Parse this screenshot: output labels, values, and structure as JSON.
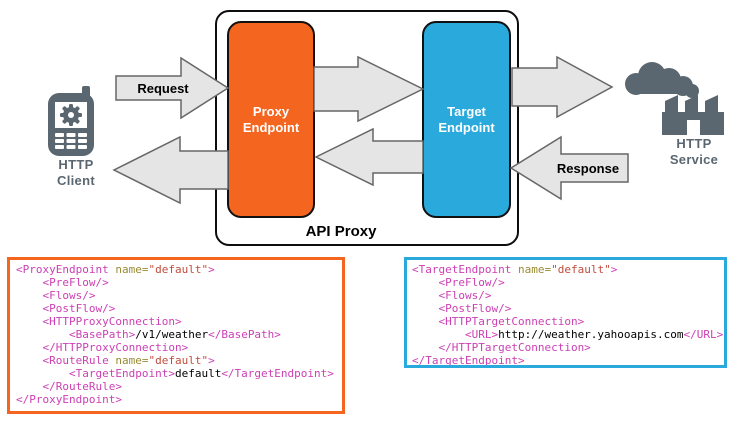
{
  "colors": {
    "proxy_orange": "#F4651F",
    "target_blue": "#29A9DC",
    "arrow_fill": "#E5E5E5",
    "arrow_stroke": "#666666",
    "icon_gray": "#5B6770",
    "code_tag": "#CC3FB4",
    "code_attr": "#998B33",
    "code_value": "#C14C3C",
    "code_text": "#000000"
  },
  "icons": {
    "client": "mobile-phone-gear-icon",
    "service": "factory-smoke-icon"
  },
  "diagram": {
    "client": {
      "label": [
        "HTTP",
        "Client"
      ]
    },
    "service": {
      "label": [
        "HTTP",
        "Service"
      ]
    },
    "api_proxy": {
      "label": "API Proxy"
    },
    "proxy_endpoint": {
      "label": [
        "Proxy",
        "Endpoint"
      ]
    },
    "target_endpoint": {
      "label": [
        "Target",
        "Endpoint"
      ]
    },
    "arrows": {
      "request_label": "Request",
      "response_label": "Response"
    }
  },
  "code_blocks": [
    {
      "border_color": "#F4651F",
      "lines": [
        [
          {
            "s": "<ProxyEndpoint ",
            "k": "tag"
          },
          {
            "s": "name=",
            "k": "attr"
          },
          {
            "s": "\"default\"",
            "k": "val"
          },
          {
            "s": ">",
            "k": "tag"
          }
        ],
        [
          {
            "s": "    <PreFlow/>",
            "k": "tag"
          }
        ],
        [
          {
            "s": "    <Flows/>",
            "k": "tag"
          }
        ],
        [
          {
            "s": "    <PostFlow/>",
            "k": "tag"
          }
        ],
        [
          {
            "s": "    <HTTPProxyConnection>",
            "k": "tag"
          }
        ],
        [
          {
            "s": "        <BasePath>",
            "k": "tag"
          },
          {
            "s": "/v1/weather",
            "k": "plain"
          },
          {
            "s": "</BasePath>",
            "k": "tag"
          }
        ],
        [
          {
            "s": "    </HTTPProxyConnection>",
            "k": "tag"
          }
        ],
        [
          {
            "s": "    <RouteRule ",
            "k": "tag"
          },
          {
            "s": "name=",
            "k": "attr"
          },
          {
            "s": "\"default\"",
            "k": "val"
          },
          {
            "s": ">",
            "k": "tag"
          }
        ],
        [
          {
            "s": "        <TargetEndpoint>",
            "k": "tag"
          },
          {
            "s": "default",
            "k": "plain"
          },
          {
            "s": "</TargetEndpoint>",
            "k": "tag"
          }
        ],
        [
          {
            "s": "    </RouteRule>",
            "k": "tag"
          }
        ],
        [
          {
            "s": "</ProxyEndpoint>",
            "k": "tag"
          }
        ]
      ]
    },
    {
      "border_color": "#29A9DC",
      "lines": [
        [
          {
            "s": "<TargetEndpoint ",
            "k": "tag"
          },
          {
            "s": "name=",
            "k": "attr"
          },
          {
            "s": "\"default\"",
            "k": "val"
          },
          {
            "s": ">",
            "k": "tag"
          }
        ],
        [
          {
            "s": "    <PreFlow/>",
            "k": "tag"
          }
        ],
        [
          {
            "s": "    <Flows/>",
            "k": "tag"
          }
        ],
        [
          {
            "s": "    <PostFlow/>",
            "k": "tag"
          }
        ],
        [
          {
            "s": "    <HTTPTargetConnection>",
            "k": "tag"
          }
        ],
        [
          {
            "s": "        <URL>",
            "k": "tag"
          },
          {
            "s": "http://weather.yahooapis.com",
            "k": "plain"
          },
          {
            "s": "</URL>",
            "k": "tag"
          }
        ],
        [
          {
            "s": "    </HTTPTargetConnection>",
            "k": "tag"
          }
        ],
        [
          {
            "s": "</TargetEndpoint>",
            "k": "tag"
          }
        ]
      ]
    }
  ]
}
